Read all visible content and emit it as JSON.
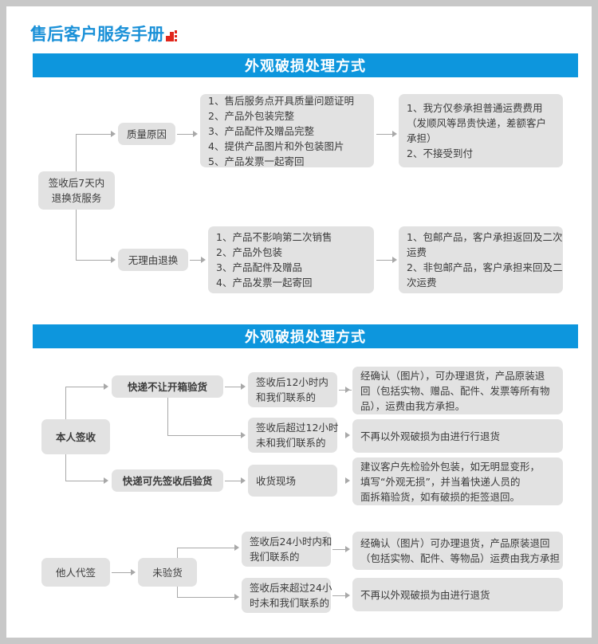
{
  "document": {
    "masthead_title": "售后客户服务手册",
    "accent_blue": "#0d96dd",
    "accent_red": "#e1251b",
    "node_fill": "#e2e2e2",
    "connector_color": "#a8a8a8"
  },
  "sections": [
    {
      "banner": "外观破损处理方式",
      "root": {
        "line1": "签收后7天内",
        "line2": "退换货服务"
      },
      "branches": [
        {
          "reason": "质量原因",
          "conditions": [
            "1、售后服务点开具质量问题证明",
            "2、产品外包装完整",
            "3、产品配件及赠品完整",
            "4、提供产品图片和外包装图片",
            "5、产品发票一起寄回"
          ],
          "outcome": [
            "1、我方仅参承担普通运费费用",
            "（发顺风等昂贵快递，差额客户",
            "承担）",
            "2、不接受到付"
          ]
        },
        {
          "reason": "无理由退换",
          "conditions": [
            "1、产品不影响第二次销售",
            "2、产品外包装",
            "3、产品配件及赠品",
            "4、产品发票一起寄回"
          ],
          "outcome": [
            "1、包邮产品，客户承担返回及二次",
            "运费",
            "2、非包邮产品，客户承担来回及二",
            "次运费"
          ]
        }
      ]
    },
    {
      "banner": "外观破损处理方式",
      "groups": [
        {
          "root": "本人签收",
          "paths": [
            {
              "stage": "快递不让开箱验货",
              "timing": [
                "签收后12小时内",
                "和我们联系的"
              ],
              "result": [
                "经确认（图片），可办理退货，产品原装退",
                "回（包括实物、赠品、配件、发票等所有物",
                "品），运费由我方承担。"
              ]
            },
            {
              "stage": "",
              "timing": [
                "签收后超过12小时",
                "未和我们联系的"
              ],
              "result": [
                "不再以外观破损为由进行行退货"
              ]
            },
            {
              "stage": "快递可先签收后验货",
              "timing": [
                "收货现场"
              ],
              "result": [
                "建议客户先检验外包装，如无明显变形，",
                "填写“外观无损”，并当着快递人员的",
                "面拆箱验货，如有破损的拒签退回。"
              ]
            }
          ]
        },
        {
          "root": "他人代签",
          "stage": "未验货",
          "paths": [
            {
              "timing": [
                "签收后24小时内和",
                "我们联系的"
              ],
              "result": [
                "经确认（图片）可办理退货，产品原装退回",
                "（包括实物、配件、等物品）运费由我方承担"
              ]
            },
            {
              "timing": [
                "签收后来超过24小",
                "时未和我们联系的"
              ],
              "result": [
                "不再以外观破损为由进行退货"
              ]
            }
          ]
        }
      ]
    }
  ]
}
